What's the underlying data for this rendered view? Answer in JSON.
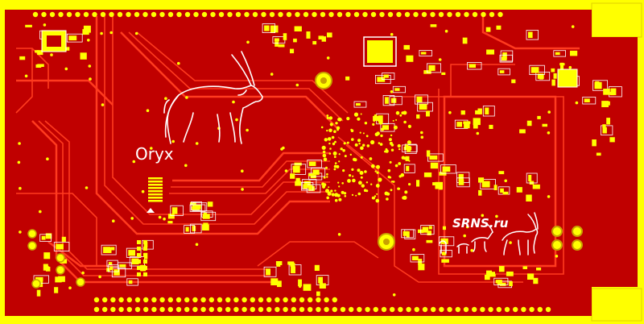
{
  "board": {
    "name_label": "Oryx",
    "site_label": "SRNS.ru",
    "colors": {
      "board_yellow": "#ffff00",
      "copper_red": "#c00000",
      "trace_red": "#ff3b1f",
      "pad_yellow": "#ffff00",
      "silkscreen": "#ffffff"
    },
    "artwork": [
      "oryx-logo",
      "family-of-antelopes-logo"
    ]
  }
}
